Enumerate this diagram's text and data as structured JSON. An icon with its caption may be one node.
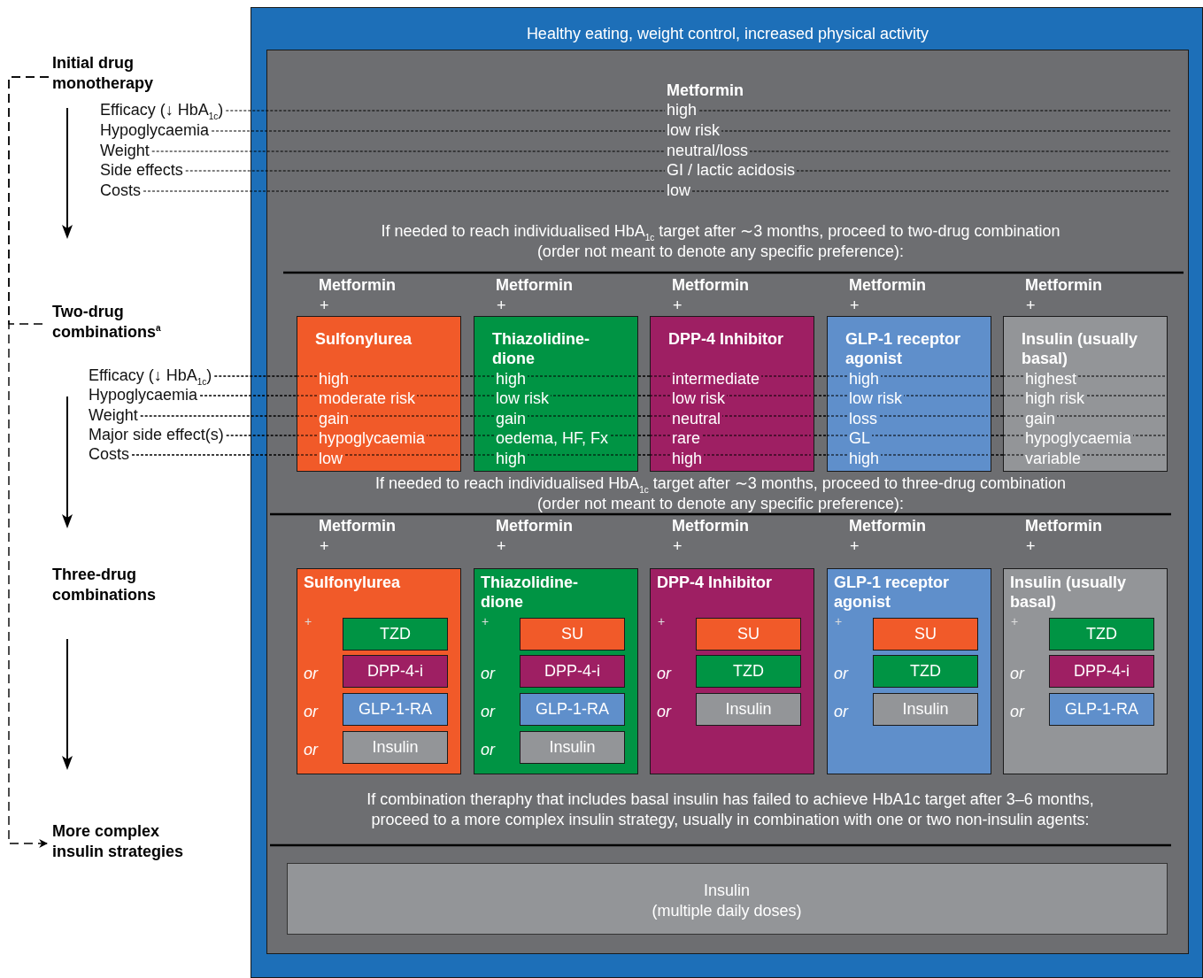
{
  "diagram": {
    "nodes": [
      {
        "text": [
          "Healthy eating, weight control, increased physical activity"
        ]
      },
      {
        "text": [],
        "shape": "box",
        "in": 0
      },
      {
        "text": [
          "Sulfonylurea",
          "high",
          "moderate risk",
          "gain",
          "hypoglycaemia",
          "low"
        ],
        "in": 1
      },
      {
        "text": [
          "Thiazolidine-dione",
          "high",
          "low risk",
          "gain",
          "oedema, HF, Fx",
          "high"
        ],
        "in": 1
      },
      {
        "text": [
          "DPP-4 Inhibitor",
          "intermediate",
          "low risk",
          "neutral",
          "rare",
          "high"
        ],
        "in": 1
      },
      {
        "text": [
          "GLP-1 receptor agonist",
          "high",
          "low risk",
          "loss",
          "GL",
          "high"
        ],
        "in": 1
      },
      {
        "text": [
          "Insulin (usually basal)",
          "highest",
          "high risk",
          "gain",
          "hypoglycaemia",
          "variable"
        ],
        "in": 1
      },
      {
        "text": [
          "Sulfonylurea",
          "+",
          "or",
          "or",
          "or"
        ],
        "in": 1
      },
      {
        "text": [
          "TZD"
        ],
        "in": 7
      },
      {
        "text": [
          "DPP-4-i"
        ],
        "in": 7
      },
      {
        "text": [
          "GLP-1-RA"
        ],
        "in": 7
      },
      {
        "text": [
          "Insulin"
        ],
        "in": 7
      },
      {
        "text": [
          "Thiazolidine-dione",
          "+",
          "or",
          "or",
          "or"
        ],
        "in": 1
      },
      {
        "text": [
          "SU"
        ],
        "in": 12
      },
      {
        "text": [
          "DPP-4-i"
        ],
        "in": 12
      },
      {
        "text": [
          "GLP-1-RA"
        ],
        "in": 12
      },
      {
        "text": [
          "Insulin"
        ],
        "in": 12
      },
      {
        "text": [
          "DPP-4 Inhibitor",
          "+",
          "or",
          "or"
        ],
        "in": 1
      },
      {
        "text": [
          "SU"
        ],
        "in": 17
      },
      {
        "text": [
          "TZD"
        ],
        "in": 17
      },
      {
        "text": [
          "Insulin"
        ],
        "in": 17
      },
      {
        "text": [
          "GLP-1 receptor agonist",
          "+",
          "or",
          "or"
        ],
        "in": 1
      },
      {
        "text": [
          "SU"
        ],
        "in": 21
      },
      {
        "text": [
          "TZD"
        ],
        "in": 21
      },
      {
        "text": [
          "Insulin"
        ],
        "in": 21
      },
      {
        "text": [
          "Insulin (usually basal)",
          "+",
          "or",
          "or"
        ],
        "in": 1
      },
      {
        "text": [
          "TZD"
        ],
        "in": 25
      },
      {
        "text": [
          "DPP-4-i"
        ],
        "in": 25
      },
      {
        "text": [
          "GLP-1-RA"
        ],
        "in": 25
      },
      {
        "text": [
          "Insulin",
          "(multiple daily doses)"
        ],
        "in": 1
      },
      {
        "text": [
          "Initial drug monotherapy"
        ]
      },
      {
        "text": [
          "Two-drug combinations$^{a}$"
        ]
      },
      {
        "text": [
          "Three-drug combinations"
        ]
      },
      {
        "text": [
          "More complex insulin strategies"
        ]
      },
      {
        "text": [
          "Efficacy (↓ HbA$_{1c}$)"
        ]
      },
      {
        "text": [
          "Hypoglycaemia"
        ]
      },
      {
        "text": [
          "Weight"
        ]
      },
      {
        "text": [
          "Side effects"
        ]
      },
      {
        "text": [
          "Costs"
        ]
      },
      {
        "text": [
          "Efficacy (↓ HbA$_{1c}$)"
        ]
      },
      {
        "text": [
          "Hypoglycaemia"
        ]
      },
      {
        "text": [
          "Weight"
        ]
      },
      {
        "text": [
          "Major side effect(s)"
        ]
      },
      {
        "text": [
          "Costs"
        ]
      }
    ],
    "edges": [
      {
        "from": 30,
        "to": 31,
        "arrow": "none",
        "style": "dashed"
      },
      {
        "from": 30,
        "to": 33,
        "arrow": "to",
        "style": "dashed"
      },
      {
        "from": 34,
        "to": null,
        "arrow": "none",
        "style": "dashed"
      },
      {
        "from": 35,
        "to": null,
        "arrow": "none",
        "style": "dashed"
      },
      {
        "from": 36,
        "to": null,
        "arrow": "none",
        "style": "dashed"
      },
      {
        "from": 37,
        "to": null,
        "arrow": "none",
        "style": "dashed"
      },
      {
        "from": 38,
        "to": null,
        "arrow": "none",
        "style": "dashed"
      },
      {
        "from": 39,
        "to": 2,
        "arrow": "none",
        "style": "dashed"
      },
      {
        "from": 2,
        "to": 3,
        "arrow": "none",
        "style": "dashed"
      },
      {
        "from": 3,
        "to": 4,
        "arrow": "none",
        "style": "dashed"
      },
      {
        "from": 4,
        "to": 5,
        "arrow": "none",
        "style": "dashed"
      },
      {
        "from": 5,
        "to": 6,
        "arrow": "none",
        "style": "dashed"
      },
      {
        "from": 40,
        "to": 2,
        "arrow": "none",
        "style": "dashed"
      },
      {
        "from": 2,
        "to": 3,
        "arrow": "none",
        "style": "dashed"
      },
      {
        "from": 3,
        "to": 4,
        "arrow": "none",
        "style": "dashed"
      },
      {
        "from": 4,
        "to": 5,
        "arrow": "none",
        "style": "dashed"
      },
      {
        "from": 5,
        "to": 6,
        "arrow": "none",
        "style": "dashed"
      },
      {
        "from": 41,
        "to": 2,
        "arrow": "none",
        "style": "dashed"
      },
      {
        "from": 2,
        "to": 3,
        "arrow": "none",
        "style": "dashed"
      },
      {
        "from": 3,
        "to": 4,
        "arrow": "none",
        "style": "dashed"
      },
      {
        "from": 4,
        "to": 5,
        "arrow": "none",
        "style": "dashed"
      },
      {
        "from": 5,
        "to": 6,
        "arrow": "none",
        "style": "dashed"
      },
      {
        "from": 42,
        "to": 2,
        "arrow": "none",
        "style": "dashed"
      },
      {
        "from": 2,
        "to": 3,
        "arrow": "none",
        "style": "dashed"
      },
      {
        "from": 3,
        "to": 4,
        "arrow": "none",
        "style": "dashed"
      },
      {
        "from": 4,
        "to": 5,
        "arrow": "none",
        "style": "dashed"
      },
      {
        "from": 5,
        "to": 6,
        "arrow": "none",
        "style": "dashed"
      },
      {
        "from": 43,
        "to": 2,
        "arrow": "none",
        "style": "dashed"
      },
      {
        "from": 2,
        "to": 3,
        "arrow": "none",
        "style": "dashed"
      },
      {
        "from": 3,
        "to": 4,
        "arrow": "none",
        "style": "dashed"
      },
      {
        "from": 4,
        "to": 5,
        "arrow": "none",
        "style": "dashed"
      },
      {
        "from": 5,
        "to": 6,
        "arrow": "none",
        "style": "dashed"
      }
    ],
    "labels": [
      "Metformin",
      "high",
      "low risk",
      "neutral/loss",
      "GI / lactic acidosis",
      "low",
      "If needed to reach individualised HbA$_{1c}$ target after ∼3 months, proceed to two-drug combination (order not meant to denote any specific preference):",
      "Metformin",
      "+",
      "Metformin",
      "+",
      "Metformin",
      "+",
      "Metformin",
      "+",
      "Metformin",
      "+",
      "If needed to reach individualised HbA$_{1c}$ target after ∼3 months, proceed to three-drug combination (order not meant to denote any specific preference):",
      "Metformin",
      "+",
      "Metformin",
      "+",
      "Metformin",
      "+",
      "Metformin",
      "+",
      "Metformin",
      "+",
      "If combination theraphy that includes basal insulin has failed to achieve HbA1c target after 3–6 months, proceed to a more complex insulin strategy, usually in combination with one or two non-insulin agents:"
    ]
  }
}
